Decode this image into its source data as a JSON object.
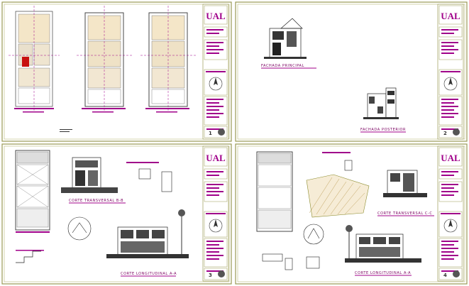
{
  "colors": {
    "magenta": "#a0008a",
    "olive": "#8a8a2a",
    "frame": "#9a9a55",
    "ink": "#222222",
    "red": "#c81010"
  },
  "sheets": [
    {
      "id": "1",
      "number": "1"
    },
    {
      "id": "2",
      "number": "2"
    },
    {
      "id": "3",
      "number": "3"
    },
    {
      "id": "4",
      "number": "4"
    }
  ],
  "title_block": {
    "logo_text": "UAL"
  },
  "labels": {
    "fachada_principal": "FACHADA PRINCIPAL",
    "fachada_posterior": "FACHADA POSTERIOR",
    "corte_bb": "CORTE TRANSVERSAL B-B",
    "corte_aa_s3": "CORTE LONGITUDINAL A-A",
    "corte_cc": "CORTE TRANSVERSAL C-C",
    "corte_aa_s4": "CORTE LONGITUDINAL A-A"
  }
}
